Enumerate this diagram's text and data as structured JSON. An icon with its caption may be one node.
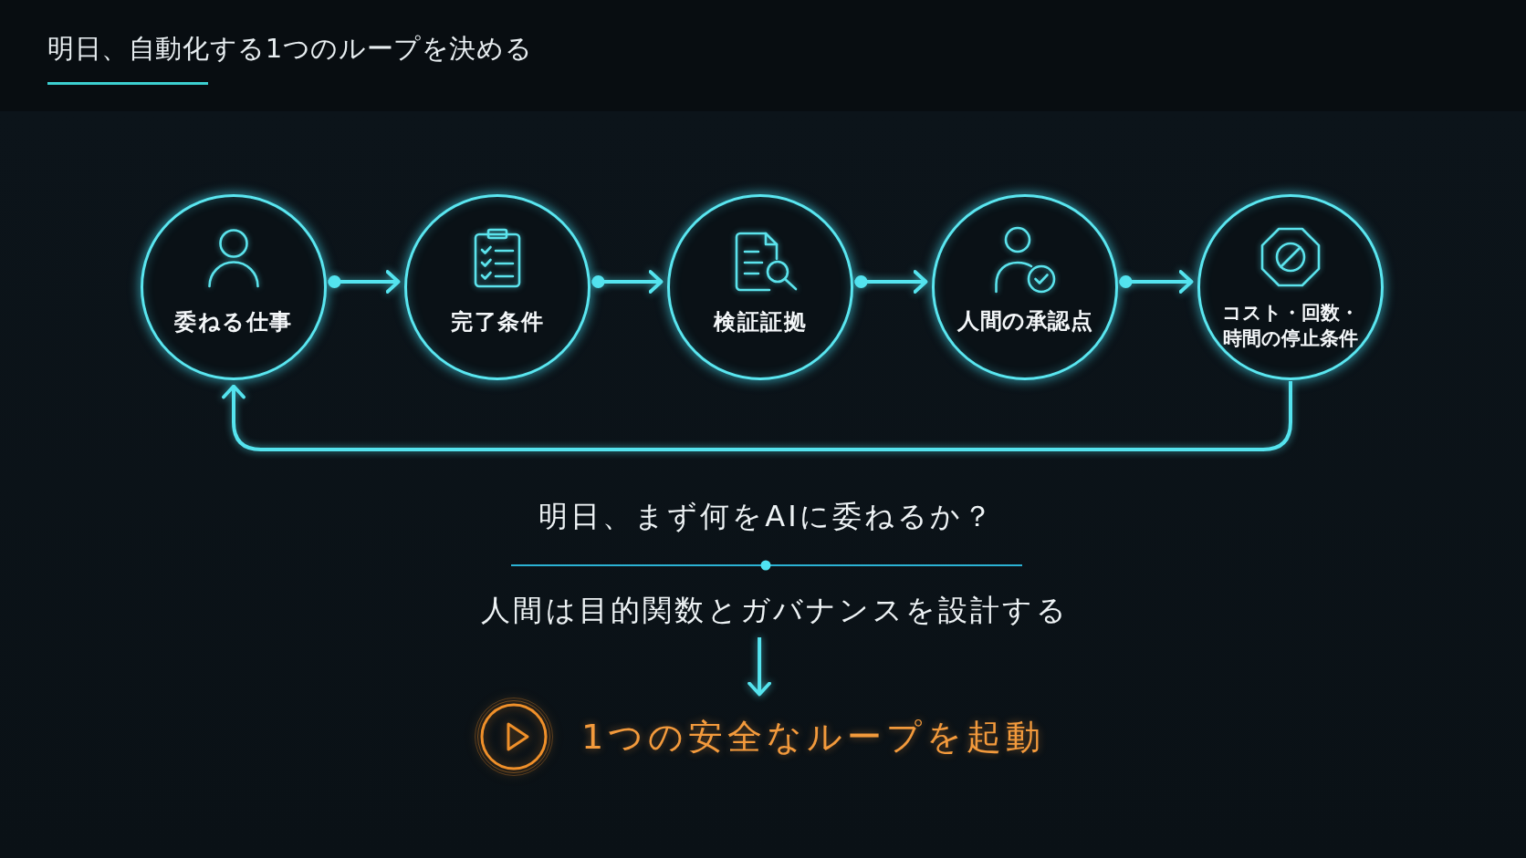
{
  "diagram": {
    "title": "明日、自動化する1つのループを決める",
    "nodes": [
      {
        "text": [
          "委ねる仕事"
        ]
      },
      {
        "text": [
          "完了条件"
        ]
      },
      {
        "text": [
          "検証証拠"
        ]
      },
      {
        "text": [
          "人間の承認点"
        ]
      },
      {
        "text": [
          "コスト・回数・時間の停止条件"
        ]
      },
      {
        "text": [
          "人間は目的関数とガバナンスを設計する"
        ]
      },
      {
        "text": [
          "1つの安全なループを起動"
        ]
      }
    ],
    "edges": [
      {
        "from": 0,
        "to": 1,
        "arrow": "to"
      },
      {
        "from": 1,
        "to": 2,
        "arrow": "to"
      },
      {
        "from": 2,
        "to": 3,
        "arrow": "to"
      },
      {
        "from": 3,
        "to": 4,
        "arrow": "to"
      },
      {
        "from": 4,
        "to": 0,
        "arrow": "to"
      },
      {
        "from": 5,
        "to": 6,
        "arrow": "to"
      }
    ],
    "labels": [
      "明日、まず何をAIに委ねるか？"
    ]
  }
}
